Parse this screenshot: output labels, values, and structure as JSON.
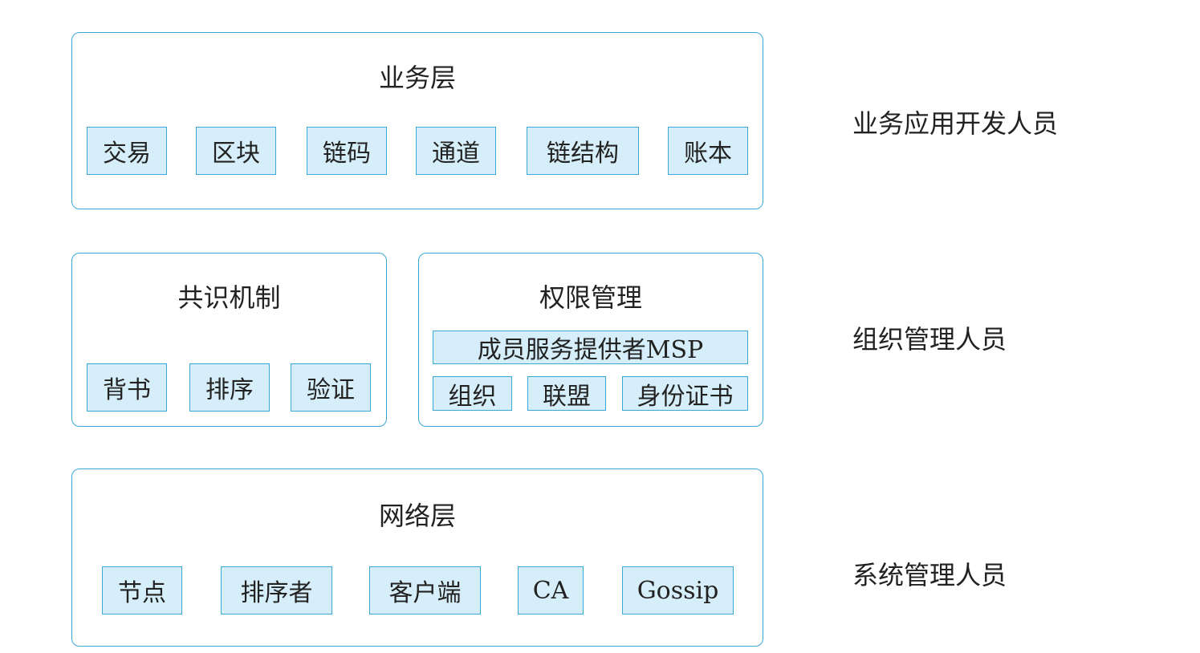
{
  "business_layer": {
    "title": "业务层",
    "items": [
      "交易",
      "区块",
      "链码",
      "通道",
      "链结构",
      "账本"
    ]
  },
  "consensus": {
    "title": "共识机制",
    "items": [
      "背书",
      "排序",
      "验证"
    ]
  },
  "permission": {
    "title": "权限管理",
    "msp": "成员服务提供者MSP",
    "items": [
      "组织",
      "联盟",
      "身份证书"
    ]
  },
  "network_layer": {
    "title": "网络层",
    "items": [
      "节点",
      "排序者",
      "客户端",
      "CA",
      "Gossip"
    ]
  },
  "roles": {
    "business": "业务应用开发人员",
    "organization": "组织管理人员",
    "system": "系统管理人员"
  },
  "colors": {
    "border": "#3aa7d4",
    "box_fill": "#d6eef9"
  }
}
